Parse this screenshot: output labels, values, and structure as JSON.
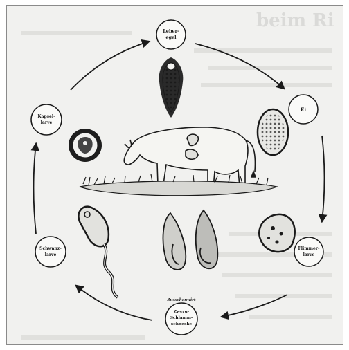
{
  "diagram": {
    "ghost_heading": "beim Ri",
    "stages": {
      "adult": [
        "Leber-",
        "egel"
      ],
      "egg": [
        "Ei"
      ],
      "miracidium": [
        "Flimmer-",
        "larve"
      ],
      "host": {
        "caption": "Zwischenwirt",
        "lines": [
          "Zwerg-",
          "Schlamm-",
          "schnecke"
        ]
      },
      "cercaria": [
        "Schwanz-",
        "larve"
      ],
      "metacercaria": [
        "Kapsel-",
        "larve"
      ]
    },
    "colors": {
      "ink": "#1a1a1a",
      "paper": "#f1f1ef",
      "ghost": "#c9c9c6"
    },
    "icons": [
      "cycle-arrow-icon"
    ]
  }
}
